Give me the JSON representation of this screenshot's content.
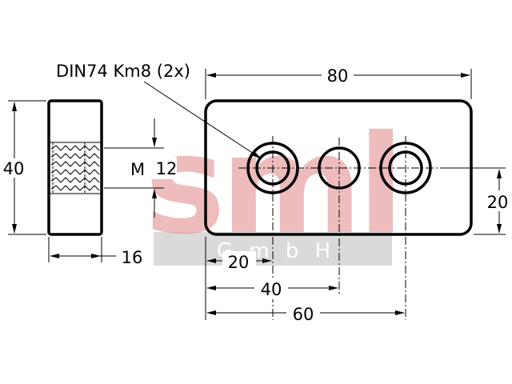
{
  "watermark": {
    "logo_text": "sml",
    "subtitle": "G m b H",
    "logo_color": "#e8a0a0",
    "band_color": "#d4d4d4"
  },
  "annotations": {
    "callout": "DIN74 Km8 (2x)",
    "thread": "M",
    "thread_size": "12"
  },
  "dimensions": {
    "overall_length": "80",
    "side_height": "40",
    "side_thickness": "16",
    "hole_offset_y": "20",
    "hole_pos_1": "20",
    "hole_pos_2": "40",
    "hole_pos_3": "60"
  }
}
